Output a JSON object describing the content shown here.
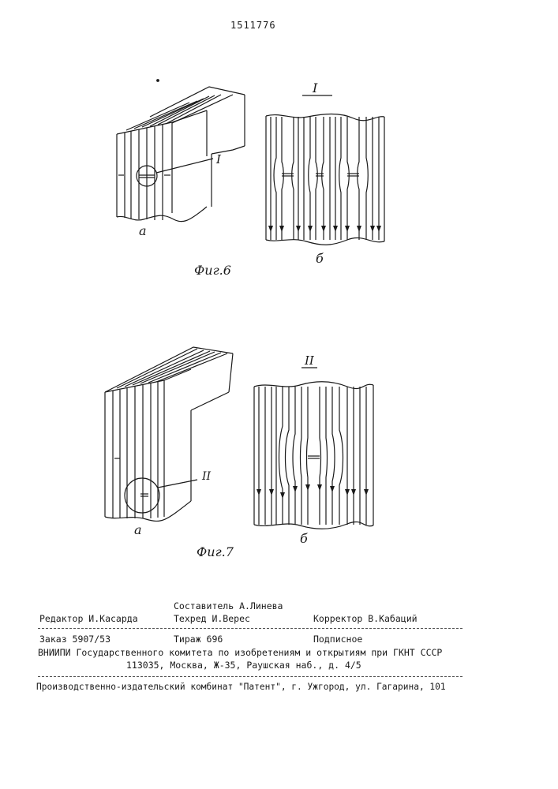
{
  "page": {
    "patent_number": "1511776"
  },
  "figures": [
    {
      "caption": "Фиг.6",
      "detail_label": "I",
      "callout_label": "I",
      "sublabel_a": "а",
      "sublabel_b": "б"
    },
    {
      "caption": "Фиг.7",
      "detail_label": "II",
      "callout_label": "II",
      "sublabel_a": "а",
      "sublabel_b": "б"
    }
  ],
  "footer": {
    "compiler": "Составитель А.Линева",
    "editor": "Редактор И.Касарда",
    "techred": "Техред И.Верес",
    "corrector": "Корректор В.Кабаций",
    "order": "Заказ 5907/53",
    "circulation": "Тираж 696",
    "subscription": "Подписное",
    "vniipi_line": "ВНИИПИ Государственного комитета по изобретениям и открытиям при ГКНТ СССР",
    "address_line": "113035, Москва, Ж-35, Раушская наб., д. 4/5",
    "publisher_line": "Производственно-издательский комбинат \"Патент\", г. Ужгород, ул. Гагарина, 101"
  }
}
